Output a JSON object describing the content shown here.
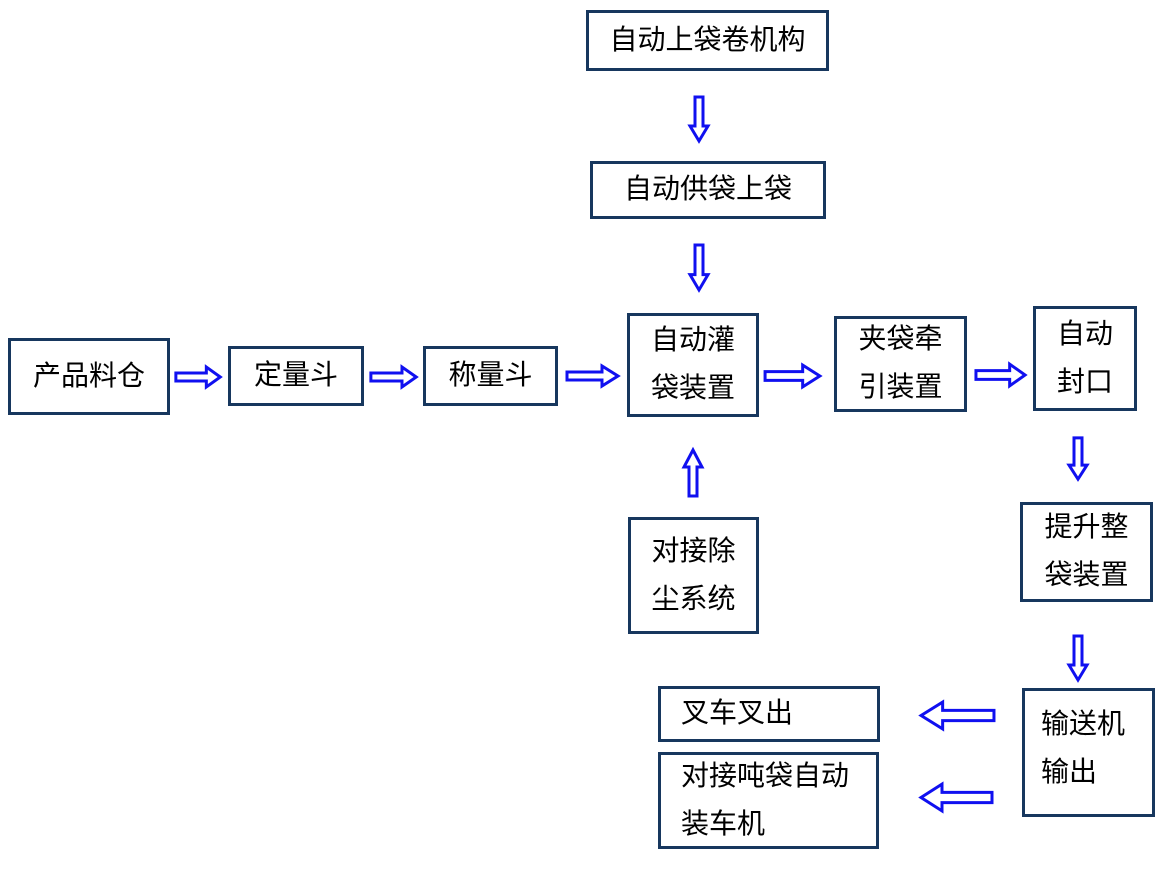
{
  "colors": {
    "box_border": "#17375E",
    "arrow_blue": "#1010F0",
    "text": "#000000",
    "background": "#FFFFFF"
  },
  "nodes": {
    "bag_roll": {
      "lines": [
        "自动上袋卷机构"
      ]
    },
    "bag_supply": {
      "lines": [
        "自动供袋上袋"
      ]
    },
    "silo": {
      "lines": [
        "产品料仓"
      ]
    },
    "dosing": {
      "lines": [
        "定量斗"
      ]
    },
    "weighing": {
      "lines": [
        "称量斗"
      ]
    },
    "filling": {
      "lines": [
        "自动灌",
        "袋装置"
      ]
    },
    "clamp": {
      "lines": [
        "夹袋牵",
        "引装置"
      ]
    },
    "seal": {
      "lines": [
        "自动",
        "封口"
      ]
    },
    "dust": {
      "lines": [
        "对接除",
        "尘系统"
      ]
    },
    "lift": {
      "lines": [
        "提升整",
        "袋装置"
      ]
    },
    "conveyor": {
      "lines": [
        "输送机",
        "输出"
      ]
    },
    "forklift": {
      "lines": [
        "叉车叉出"
      ]
    },
    "loader": {
      "lines": [
        "对接吨袋自动",
        "装车机"
      ]
    }
  },
  "edges": [
    {
      "from": "bag_roll",
      "to": "bag_supply",
      "direction": "down"
    },
    {
      "from": "bag_supply",
      "to": "filling",
      "direction": "down"
    },
    {
      "from": "silo",
      "to": "dosing",
      "direction": "right"
    },
    {
      "from": "dosing",
      "to": "weighing",
      "direction": "right"
    },
    {
      "from": "weighing",
      "to": "filling",
      "direction": "right"
    },
    {
      "from": "filling",
      "to": "clamp",
      "direction": "right"
    },
    {
      "from": "clamp",
      "to": "seal",
      "direction": "right"
    },
    {
      "from": "dust",
      "to": "filling",
      "direction": "up"
    },
    {
      "from": "seal",
      "to": "lift",
      "direction": "down"
    },
    {
      "from": "lift",
      "to": "conveyor",
      "direction": "down"
    },
    {
      "from": "conveyor",
      "to": "forklift",
      "direction": "left"
    },
    {
      "from": "conveyor",
      "to": "loader",
      "direction": "left"
    }
  ]
}
